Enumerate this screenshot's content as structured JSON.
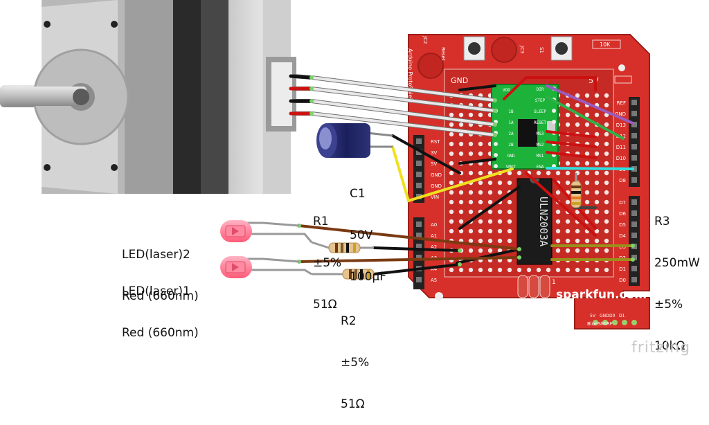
{
  "labels": {
    "c1": [
      "C1",
      "50V",
      "100µF"
    ],
    "r1": [
      "R1",
      "±5%",
      "51Ω"
    ],
    "r2": [
      "R2",
      "±5%",
      "51Ω"
    ],
    "r3": [
      "R3",
      "250mW",
      "±5%",
      "10kΩ"
    ],
    "led2": [
      "LED(laser)2",
      "Red (660nm)"
    ],
    "led1": [
      "LED(laser)1",
      "Red (660nm)"
    ]
  },
  "board": {
    "brand": "sparkfun.com",
    "chip": "ULN2003A",
    "gnd": "GND",
    "v5": "5V",
    "bluesmirf": "BlueSMiRF",
    "bluesmirf_pins": [
      "5V",
      "GND",
      "D0",
      "D1"
    ],
    "proto_text": "Arduino ProtoShield",
    "reset": "Reset",
    "jc2": "JC2",
    "jc3": "JC3",
    "s1": "S1",
    "r10k": "10K",
    "one": "1",
    "left_header": [
      "RST",
      "3V",
      "5V",
      "GND",
      "GND",
      "VIN"
    ],
    "analog_header": [
      "A0",
      "A1",
      "A2",
      "A3",
      "A4",
      "A5"
    ],
    "right_header_top": [
      "REF",
      "GND",
      "D13",
      "D12",
      "D11",
      "D10",
      "D9",
      "D8"
    ],
    "right_header_bottom": [
      "D7",
      "D6",
      "D5",
      "D4",
      "D3",
      "D2",
      "D1",
      "D0"
    ]
  },
  "driver": {
    "left_pins": [
      "1B",
      "1A",
      "2A",
      "2B",
      "GND",
      "VMOT"
    ],
    "right_pins": [
      "DIR",
      "STEP",
      "SLEEP",
      "RESET",
      "MS3",
      "MS2",
      "MS1",
      "ENA"
    ],
    "top_pin": "VDD"
  },
  "watermark": "fritzing",
  "colors": {
    "board": "#d7302a",
    "wire_white": "#e8e8e8",
    "wire_black": "#1a1a1a",
    "wire_red": "#cc1111",
    "wire_yellow": "#f0e020",
    "wire_brown": "#7a3a12",
    "wire_olive": "#9a8f1a",
    "wire_purple": "#9a5bbd",
    "wire_green": "#2fb14a",
    "wire_cyan": "#2ee0e0",
    "driver": "#1db33b",
    "led": "#ff6f8a"
  }
}
